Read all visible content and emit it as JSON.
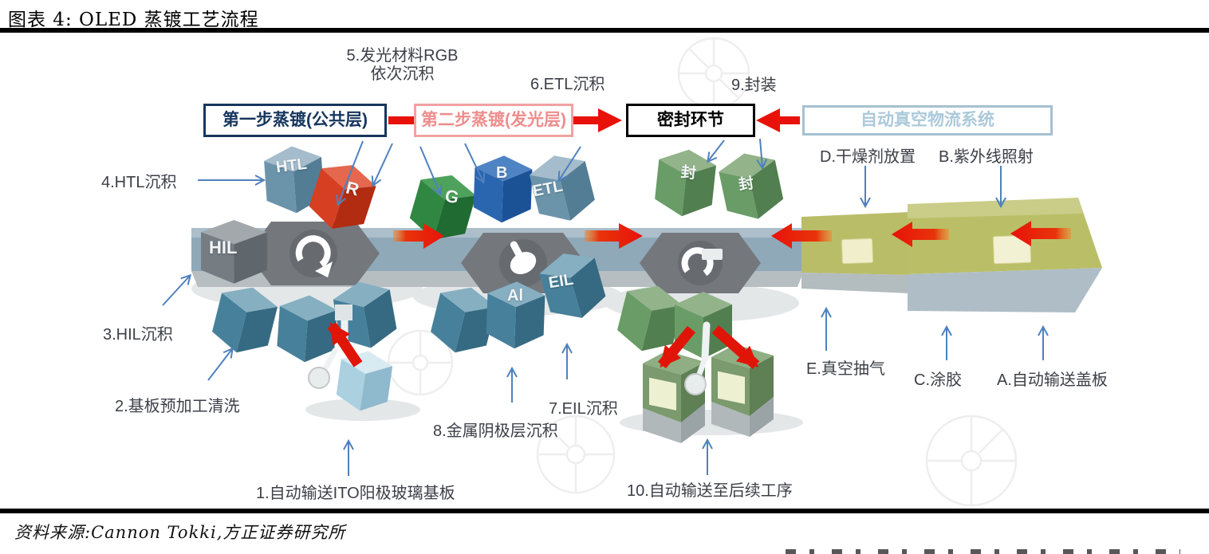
{
  "header": {
    "title": "图表 4: OLED 蒸镀工艺流程"
  },
  "flow": {
    "step1": "第一步蒸镀(公共层)",
    "step2": "第二步蒸镀(发光层)",
    "seal": "密封环节",
    "vacuum": "自动真空物流系统"
  },
  "steps": {
    "s1": "1.自动输送ITO阳极玻璃基板",
    "s2": "2.基板预加工清洗",
    "s3": "3.HIL沉积",
    "s4": "4.HTL沉积",
    "s5a": "5.发光材料RGB",
    "s5b": "依次沉积",
    "s6": "6.ETL沉积",
    "s7": "7.EIL沉积",
    "s8": "8.金属阴极层沉积",
    "s9": "9.封装",
    "s10": "10.自动输送至后续工序",
    "sA": "A.自动输送盖板",
    "sB": "B.紫外线照射",
    "sC": "C.涂胶",
    "sD": "D.干燥剂放置",
    "sE": "E.真空抽气"
  },
  "chambers": {
    "htl": "HTL",
    "hil": "HIL",
    "r": "R",
    "g": "G",
    "b": "B",
    "etl": "ETL",
    "eil": "EIL",
    "al": "Al",
    "feng1": "封",
    "feng2": "封"
  },
  "footer": {
    "source": "资料来源:Cannon Tokki,方正证券研究所"
  },
  "colors": {
    "step1_accent": "#17365d",
    "step2_accent": "#f2a2a2",
    "seal_accent": "#000000",
    "vacuum_accent": "#a9c7d8",
    "red_arrow": "#e8120a",
    "blue_arrow": "#4f81bd"
  }
}
